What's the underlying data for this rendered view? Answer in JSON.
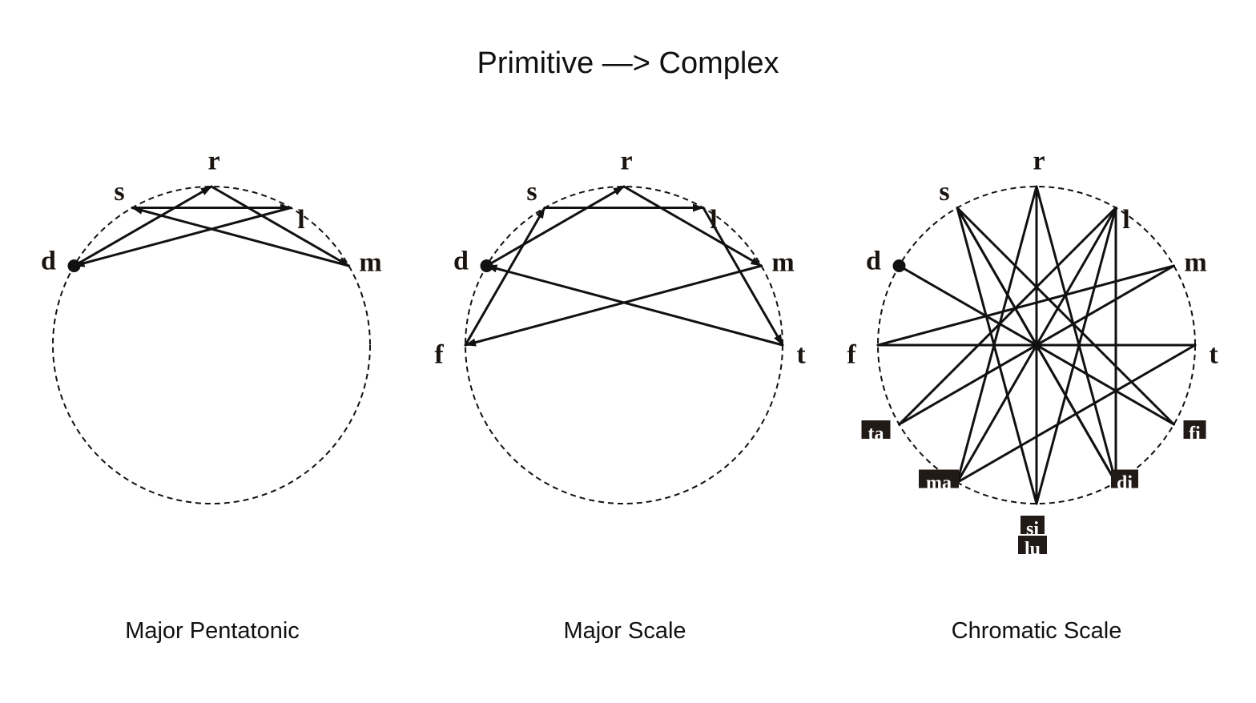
{
  "title": "Primitive —> Complex",
  "colors": {
    "ink": "#111111",
    "box": "#221a17",
    "box_text": "#ffffff"
  },
  "diagrams": [
    {
      "caption": "Major Pentatonic",
      "labels": {
        "r": "r",
        "s": "s",
        "l": "l",
        "d": "d",
        "m": "m"
      },
      "start": "d",
      "edges": [
        [
          "d",
          "r"
        ],
        [
          "r",
          "m"
        ],
        [
          "m",
          "s"
        ],
        [
          "s",
          "l"
        ],
        [
          "l",
          "d"
        ]
      ],
      "arrows": true
    },
    {
      "caption": "Major Scale",
      "labels": {
        "r": "r",
        "s": "s",
        "l": "l",
        "d": "d",
        "m": "m",
        "f": "f",
        "t": "t"
      },
      "start": "d",
      "edges": [
        [
          "d",
          "r"
        ],
        [
          "r",
          "m"
        ],
        [
          "m",
          "f"
        ],
        [
          "f",
          "s"
        ],
        [
          "s",
          "l"
        ],
        [
          "l",
          "t"
        ],
        [
          "t",
          "d"
        ]
      ],
      "arrows": true
    },
    {
      "caption": "Chromatic Scale",
      "labels": {
        "r": "r",
        "s": "s",
        "l": "l",
        "d": "d",
        "m": "m",
        "f": "f",
        "t": "t",
        "ta": "ta",
        "fi": "fi",
        "ma": "ma",
        "di": "di",
        "si": "si",
        "lu": "lu"
      },
      "start": "d",
      "edges": [
        [
          "d",
          "fi"
        ],
        [
          "fi",
          "s"
        ],
        [
          "s",
          "di"
        ],
        [
          "di",
          "r"
        ],
        [
          "r",
          "si"
        ],
        [
          "si",
          "l"
        ],
        [
          "l",
          "ma"
        ],
        [
          "ma",
          "t"
        ],
        [
          "t",
          "f"
        ],
        [
          "f",
          "m"
        ],
        [
          "m",
          "ta"
        ],
        [
          "ta",
          "l"
        ],
        [
          "l",
          "di"
        ],
        [
          "di",
          "s"
        ],
        [
          "s",
          "si"
        ],
        [
          "si",
          "r"
        ],
        [
          "r",
          "ma"
        ]
      ],
      "arrows": false
    }
  ]
}
